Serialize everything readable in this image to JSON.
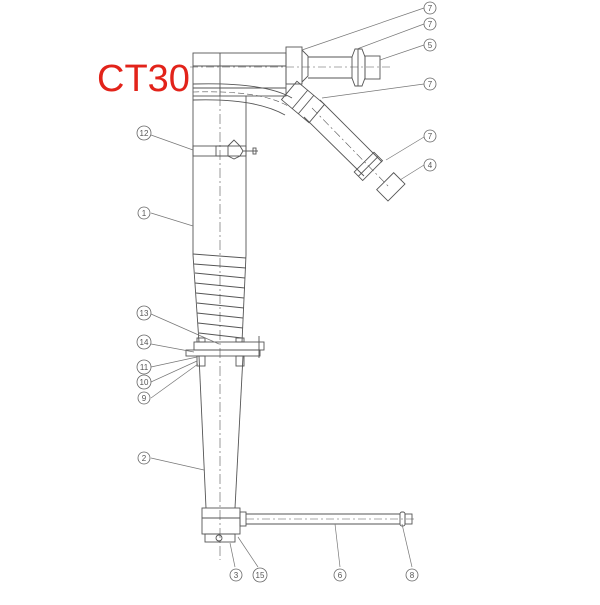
{
  "title": {
    "text": "CT30",
    "color": "#e2231a"
  },
  "drawing": {
    "line_color": "#555555",
    "balloons": [
      {
        "id": "b7a",
        "label": "7",
        "part": "fitting collar at top header tee"
      },
      {
        "id": "b7b",
        "label": "7",
        "part": "coupling on top outlet pipe"
      },
      {
        "id": "b5",
        "label": "5",
        "part": "top outlet pipe"
      },
      {
        "id": "b7c",
        "label": "7",
        "part": "fitting collar at angled branch"
      },
      {
        "id": "b7d",
        "label": "7",
        "part": "coupling on angled branch"
      },
      {
        "id": "b4",
        "label": "4",
        "part": "angled inlet pipe"
      },
      {
        "id": "b12",
        "label": "12",
        "part": "clamp band"
      },
      {
        "id": "b1",
        "label": "1",
        "part": "upper cylinder body"
      },
      {
        "id": "b13",
        "label": "13",
        "part": "upper flange"
      },
      {
        "id": "b14",
        "label": "14",
        "part": "lower flange"
      },
      {
        "id": "b11",
        "label": "11",
        "part": "nut"
      },
      {
        "id": "b10",
        "label": "10",
        "part": "washer"
      },
      {
        "id": "b9",
        "label": "9",
        "part": "bolt"
      },
      {
        "id": "b2",
        "label": "2",
        "part": "conical lower body"
      },
      {
        "id": "b3",
        "label": "3",
        "part": "bottom cap"
      },
      {
        "id": "b15",
        "label": "15",
        "part": "drain plug"
      },
      {
        "id": "b6",
        "label": "6",
        "part": "horizontal outlet pipe"
      },
      {
        "id": "b8",
        "label": "8",
        "part": "end coupling"
      }
    ]
  }
}
